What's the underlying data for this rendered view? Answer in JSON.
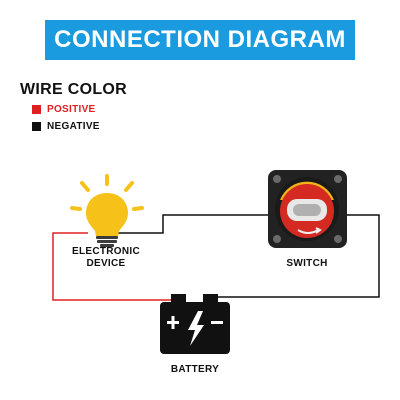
{
  "title": "CONNECTION DIAGRAM",
  "colors": {
    "banner": "#1a9be0",
    "positive": "#e02020",
    "negative": "#111111",
    "bulb": "#f6c21a",
    "switch_red": "#d42a22",
    "switch_yellow": "#f2b418"
  },
  "legend": {
    "title": "WIRE COLOR",
    "items": [
      {
        "label": "POSITIVE",
        "color": "#e02020"
      },
      {
        "label": "NEGATIVE",
        "color": "#111111"
      }
    ]
  },
  "components": {
    "device_label_line1": "ELECTRONIC",
    "device_label_line2": "DEVICE",
    "switch_label": "SWITCH",
    "battery_label": "BATTERY"
  },
  "icons": [
    "light-bulb-icon",
    "battery-switch-icon",
    "battery-icon"
  ]
}
